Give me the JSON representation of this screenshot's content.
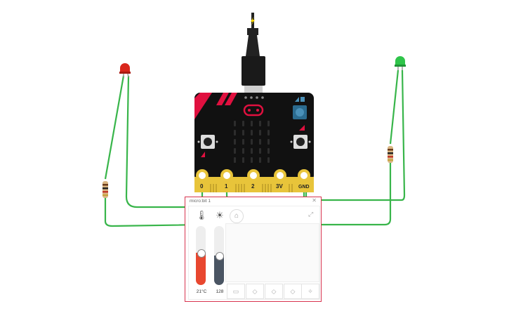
{
  "board": {
    "pins": [
      {
        "label": "0"
      },
      {
        "label": "1"
      },
      {
        "label": "2"
      },
      {
        "label": "3V"
      },
      {
        "label": "GND"
      }
    ],
    "colors": {
      "body": "#000000",
      "accent": "#e0103f",
      "gold": "#e8c43a",
      "led": "#2d2d2d"
    }
  },
  "simulator": {
    "title": "micro:bit 1",
    "close_icon": "close-icon",
    "temperature": {
      "icon": "thermometer-icon",
      "value": "21°C",
      "level": 0.55,
      "color": "#e8472f"
    },
    "light": {
      "icon": "sun-icon",
      "value": "128",
      "level": 0.5,
      "color": "#4a5563"
    },
    "home_icon": "home-icon",
    "gestures": [
      "shake-icon",
      "tilt-left-icon",
      "tilt-right-icon",
      "logo-up-icon",
      "screen-up-icon"
    ]
  },
  "components": {
    "red_led_color": "#d9261c",
    "green_led_color": "#2fc44a",
    "wire_color": "#38b54a"
  }
}
